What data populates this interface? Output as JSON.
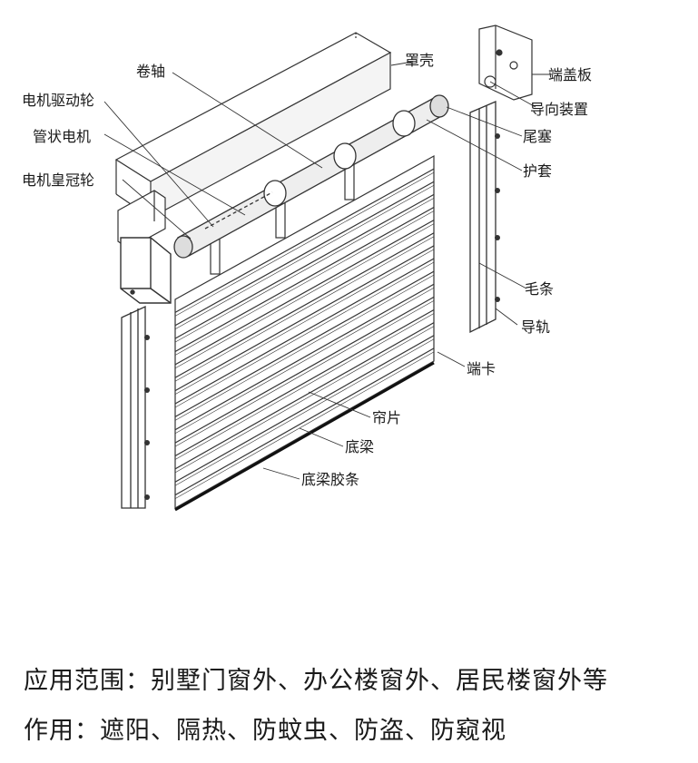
{
  "labels": {
    "zhaoke": "罩壳",
    "juanzhou": "卷轴",
    "dianji_qudonglun": "电机驱动轮",
    "guanzhuang_dianji": "管状电机",
    "dianji_huangguanlun": "电机皇冠轮",
    "duangaiban": "端盖板",
    "daoxiang_zhuangzhi": "导向装置",
    "weisai": "尾塞",
    "hutao": "护套",
    "maotiao": "毛条",
    "daogui": "导轨",
    "duanka": "端卡",
    "lianpian": "帘片",
    "diliang": "底梁",
    "diliang_jiaotiao": "底梁胶条"
  },
  "footer": {
    "application": "应用范围：别墅门窗外、办公楼窗外、居民楼窗外等",
    "function": "作用：遮阳、隔热、防蚊虫、防盗、防窥视"
  }
}
